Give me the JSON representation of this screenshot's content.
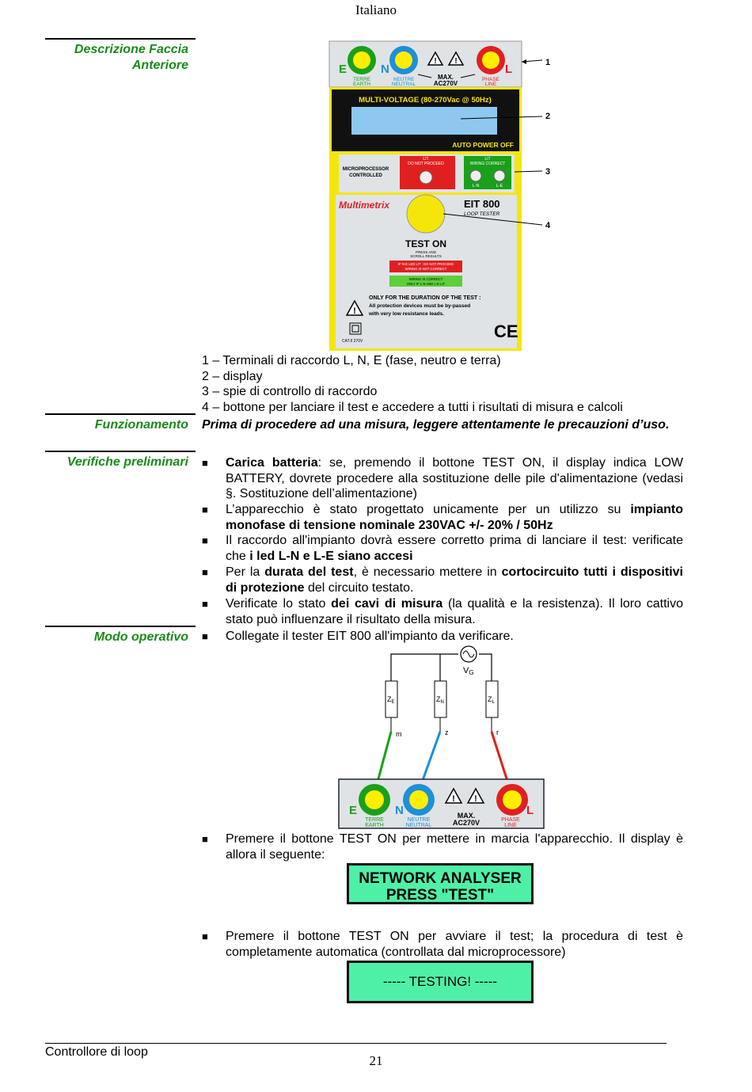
{
  "header": {
    "language": "Italiano"
  },
  "sections": {
    "descrizione": "Descrizione Faccia Anteriore",
    "descrizione_line1": "Descrizione Faccia",
    "descrizione_line2": "Anteriore",
    "funzionamento": "Funzionamento",
    "verifiche": "Verifiche preliminari",
    "modo": "Modo operativo"
  },
  "device": {
    "terminals": {
      "e": "E",
      "n": "N",
      "l": "L",
      "earth_it": "TERRE",
      "earth_en": "EARTH",
      "neutral_it": "NEUTRE",
      "neutral_en": "NEUTRAL",
      "max": "MAX.",
      "voltage": "AC270V",
      "phase_it": "PHASE",
      "phase_en": "LINE"
    },
    "display_title": "MULTI-VOLTAGE (80-270Vac @ 50Hz)",
    "auto_power": "AUTO POWER OFF",
    "micro": "MICROPROCESSOR CONTROLLED",
    "do_not_proceed_lit": "LIT",
    "do_not_proceed": "DO NOT PROCEED",
    "wiring_lit": "LIT",
    "wiring_correct": "WIRING CORRECT",
    "led_ln": "L-N",
    "led_le": "L-E",
    "brand": "Multimetrix",
    "model": "EIT 800",
    "model_sub": "LOOP TESTER",
    "test_on": "TEST ON",
    "press": "PRESS AND",
    "scroll": "SCROLL RESULTS",
    "red_note_1": "IF N-E LED LIT : DO NOT PROCEED",
    "red_note_2": "WIRING IS NOT CORRECT",
    "green_note_1": "WIRING IS CORRECT",
    "green_note_2": "ONLY IF L-N AND L-E LIT",
    "warn_1": "ONLY FOR THE DURATION OF THE TEST :",
    "warn_2": "All protection devices must be by-passed",
    "warn_3": "with very low resistance leads.",
    "cat": "CAT.II 270V",
    "ce": "CE",
    "callouts": [
      "1",
      "2",
      "3",
      "4"
    ]
  },
  "legend": [
    "1 – Terminali di raccordo L, N, E (fase, neutro e terra)",
    "2 – display",
    "3 – spie di controllo di raccordo",
    "4 – bottone per lanciare il test e accedere a tutti i risultati di misura e calcoli"
  ],
  "funzionamento_text": "Prima di procedere ad una misura, leggere attentamente le precauzioni d’uso.",
  "verifiche_items": [
    {
      "b1": "Carica batteria",
      "t1": ": se, premendo il bottone TEST ON, il display indica LOW BATTERY, dovrete procedere alla sostituzione delle pile d'alimentazione (vedasi §. Sostituzione dell’alimentazione)"
    },
    {
      "t1": "L’apparecchio è stato progettato unicamente per un utilizzo su ",
      "b1": "impianto monofase di tensione nominale 230VAC +/- 20% / 50Hz"
    },
    {
      "t1": "Il raccordo all'impianto dovrà essere corretto prima di lanciare il test: verificate che ",
      "b1": "i led L-N e L-E siano accesi"
    },
    {
      "t1": "Per la ",
      "b1": "durata del test",
      "t2": ", è necessario mettere in ",
      "b2": "cortocircuito tutti i dispositivi di protezione",
      "t3": " del circuito testato."
    },
    {
      "t1": "Verificate lo stato ",
      "b1": "dei cavi di misura",
      "t2": " (la qualità e la resistenza). Il loro cattivo stato può influenzare il risultato della misura."
    }
  ],
  "modo_items": [
    "Collegate il tester EIT 800 all'impianto da verificare.",
    "Premere il bottone TEST ON per mettere in marcia l'apparecchio. Il display è allora il seguente:",
    "Premere il bottone TEST ON per avviare il test; la procedura di test è completamente automatica (controllata dal microprocessore)"
  ],
  "circuit": {
    "ze": "Z",
    "ze_sub": "E",
    "zn": "Z",
    "zn_sub": "N",
    "zl": "Z",
    "zl_sub": "L",
    "vg": "V",
    "vg_sub": "G",
    "m": "m",
    "z": "z",
    "r": "r"
  },
  "lcd1": {
    "line1": "NETWORK ANALYSER",
    "line2": "PRESS \"TEST\""
  },
  "lcd2": {
    "line1": "----- TESTING! -----"
  },
  "footer": {
    "left": "Controllore di loop",
    "page": "21"
  },
  "colors": {
    "section_label": "#1a8a1a",
    "earth": "#1aa01a",
    "neutral": "#1e8fd8",
    "phase": "#e02020",
    "terminal_center": "#ffee00",
    "device_body": "#dfe3e6",
    "lcd": "#4ef0a8"
  }
}
